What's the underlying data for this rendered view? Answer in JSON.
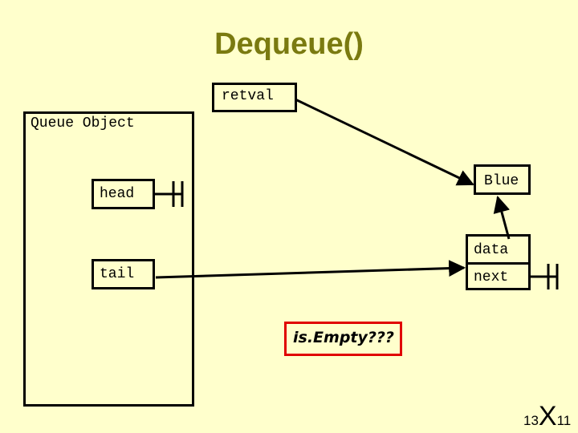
{
  "title": "Dequeue()",
  "retval_label": "retval",
  "queue_object_label": "Queue Object",
  "head_label": "head",
  "tail_label": "tail",
  "node": {
    "value": "Blue",
    "data_label": "data",
    "next_label": "next"
  },
  "question": "is.Empty???",
  "slide_number": {
    "left": "13",
    "middle": "X",
    "right": "11"
  },
  "colors": {
    "background": "#ffffcc",
    "title": "#7a7a10",
    "highlight_border": "#e00000"
  }
}
